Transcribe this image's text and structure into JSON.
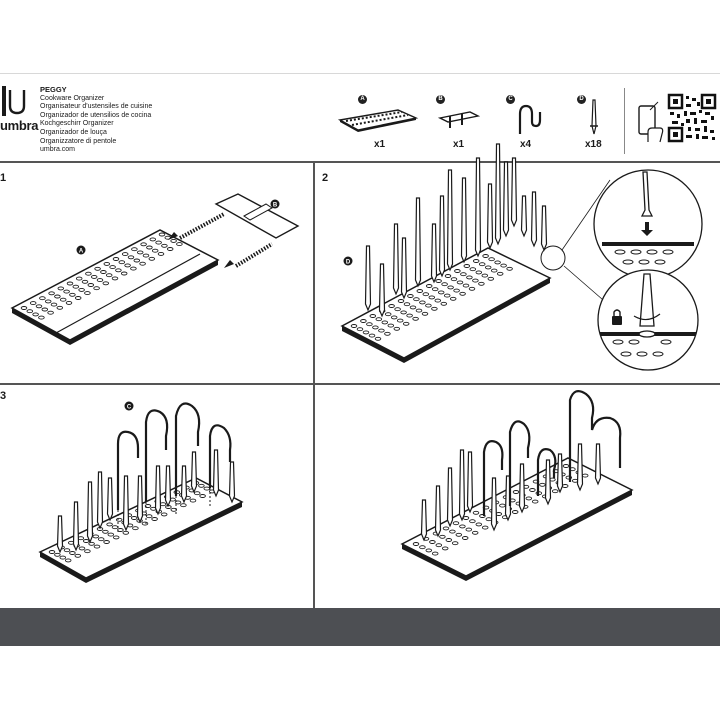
{
  "brand": {
    "logo_text": "umbra",
    "product_name": "PEGGY",
    "subtitles": [
      "Cookware Organizer",
      "Organisateur d'ustensiles de cuisine",
      "Organizador de utensilios de cocina",
      "Kochgeschirr Organizer",
      "Organizador de louça",
      "Organizzatore di pentole",
      "umbra.com"
    ]
  },
  "parts": [
    {
      "letter": "A",
      "qty": "x1",
      "icon": "perforated-base-icon"
    },
    {
      "letter": "B",
      "qty": "x1",
      "icon": "connector-bracket-icon"
    },
    {
      "letter": "C",
      "qty": "x4",
      "icon": "wire-hook-icon"
    },
    {
      "letter": "D",
      "qty": "x18",
      "icon": "peg-icon"
    }
  ],
  "steps": [
    {
      "num": "1",
      "callouts": [
        "A",
        "B"
      ]
    },
    {
      "num": "2",
      "callouts": [
        "D"
      ]
    },
    {
      "num": "3",
      "callouts": [
        "C"
      ]
    },
    {
      "num": "",
      "callouts": []
    }
  ],
  "colors": {
    "footer": "#4d4f53",
    "line": "#1a1a1a",
    "accent": "#222222"
  }
}
